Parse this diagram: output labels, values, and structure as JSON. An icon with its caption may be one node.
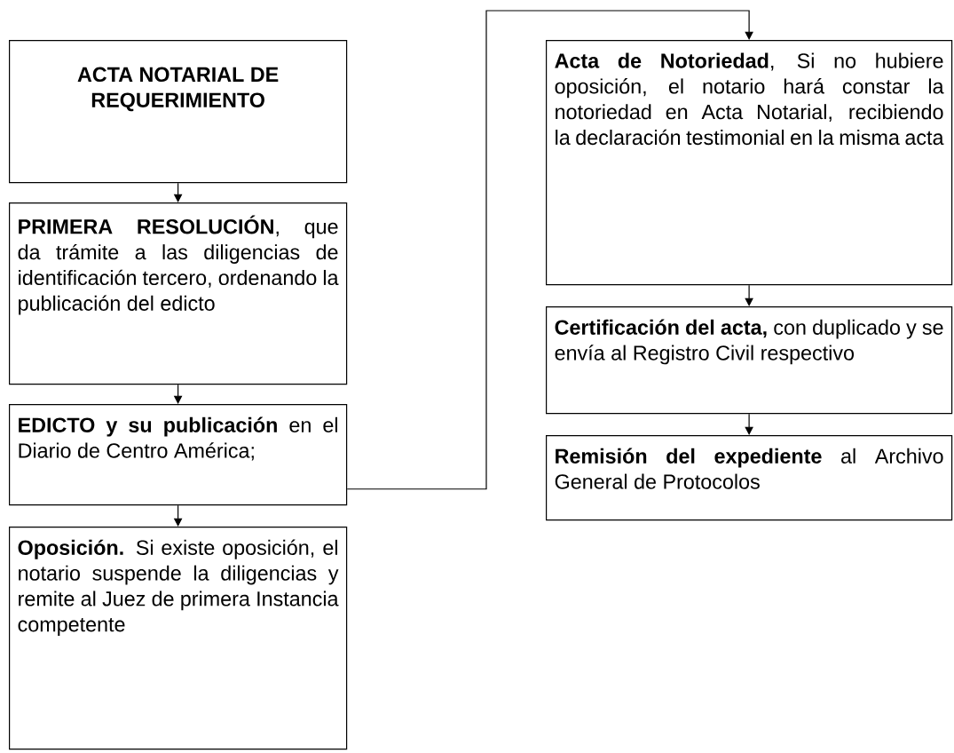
{
  "diagram": {
    "nodes": [
      {
        "text": [
          "ACTA NOTARIAL DE REQUERIMIENTO"
        ]
      },
      {
        "text": [
          "**PRIMERA RESOLUCIÓN**, que da trámite a las diligencias de identificación tercero, ordenando la publicación del edicto"
        ]
      },
      {
        "text": [
          "**EDICTO y su publicación** en el Diario de Centro América;"
        ]
      },
      {
        "text": [
          "**Oposición.** Si existe oposición, el notario suspende la diligencias y remite al Juez de primera Instancia competente"
        ]
      },
      {
        "text": [
          "**Acta de Notoriedad**, Si no hubiere oposición, el notario hará constar la notoriedad en Acta Notarial, recibiendo la declaración testimonial en la misma acta"
        ]
      },
      {
        "text": [
          "**Certificación del acta,** con duplicado y se envía al Registro Civil respectivo"
        ]
      },
      {
        "text": [
          "**Remisión del expediente** al Archivo General de Protocolos"
        ]
      }
    ],
    "edges": [
      {
        "from": 0,
        "to": 1,
        "arrow": "to"
      },
      {
        "from": 1,
        "to": 2,
        "arrow": "to"
      },
      {
        "from": 2,
        "to": 3,
        "arrow": "to"
      },
      {
        "from": 2,
        "to": 4,
        "arrow": "to"
      },
      {
        "from": 4,
        "to": 5,
        "arrow": "to"
      },
      {
        "from": 5,
        "to": 6,
        "arrow": "to"
      }
    ]
  }
}
